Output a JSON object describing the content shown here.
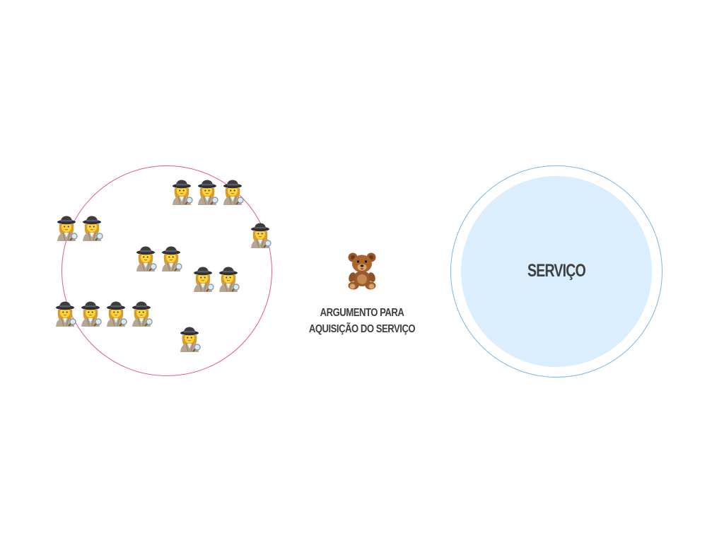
{
  "diagram": {
    "audience": {
      "icon": "woman-detective-icon",
      "count": 15,
      "circle_color": "#e25b86"
    },
    "argument": {
      "icon": "teddy-bear-icon",
      "label_line1": "ARGUMENTO PARA",
      "label_line2": "AQUISIÇÃO DO SERVIÇO"
    },
    "service": {
      "label": "SERVIÇO",
      "outer_ring_color": "#78b9e4",
      "fill_color": "#dbeefd"
    },
    "text_color": "#3f3f3f"
  }
}
